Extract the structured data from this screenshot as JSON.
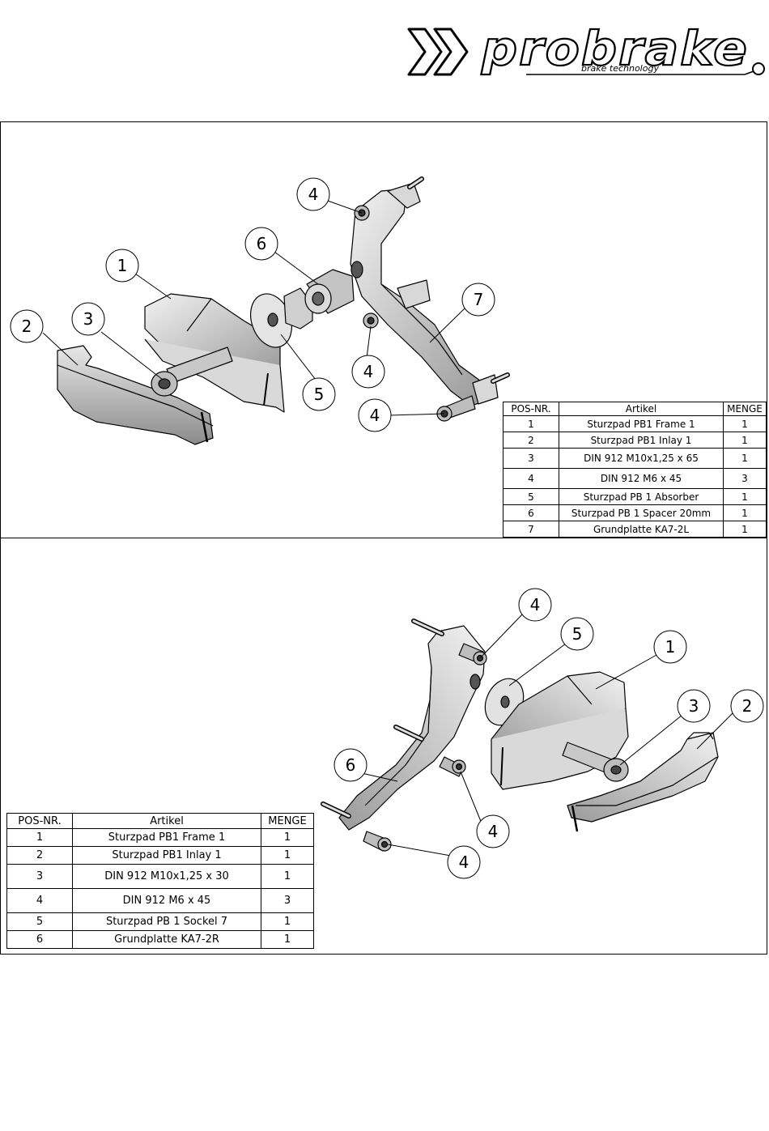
{
  "brand": {
    "name": "probrake",
    "tagline": "brake technology"
  },
  "top_drawing": {
    "balloons": [
      "4",
      "6",
      "1",
      "2",
      "3",
      "5",
      "4",
      "7",
      "4"
    ],
    "bom": {
      "headers": [
        "POS-NR.",
        "Artikel",
        "MENGE"
      ],
      "rows": [
        {
          "pos": "1",
          "artikel": "Sturzpad PB1 Frame 1",
          "menge": "1"
        },
        {
          "pos": "2",
          "artikel": "Sturzpad PB1 Inlay 1",
          "menge": "1"
        },
        {
          "pos": "3",
          "artikel": "DIN 912 M10x1,25 x 65",
          "menge": "1"
        },
        {
          "pos": "4",
          "artikel": "DIN 912 M6 x 45",
          "menge": "3"
        },
        {
          "pos": "5",
          "artikel": "Sturzpad PB 1 Absorber",
          "menge": "1"
        },
        {
          "pos": "6",
          "artikel": "Sturzpad PB 1 Spacer 20mm",
          "menge": "1"
        },
        {
          "pos": "7",
          "artikel": "Grundplatte KA7-2L",
          "menge": "1"
        }
      ]
    }
  },
  "bottom_drawing": {
    "balloons": [
      "4",
      "5",
      "1",
      "3",
      "2",
      "6",
      "4",
      "4"
    ],
    "bom": {
      "headers": [
        "POS-NR.",
        "Artikel",
        "MENGE"
      ],
      "rows": [
        {
          "pos": "1",
          "artikel": "Sturzpad PB1 Frame 1",
          "menge": "1"
        },
        {
          "pos": "2",
          "artikel": "Sturzpad PB1 Inlay 1",
          "menge": "1"
        },
        {
          "pos": "3",
          "artikel": "DIN 912 M10x1,25 x 30",
          "menge": "1"
        },
        {
          "pos": "4",
          "artikel": "DIN 912 M6 x 45",
          "menge": "3"
        },
        {
          "pos": "5",
          "artikel": "Sturzpad PB 1 Sockel 7",
          "menge": "1"
        },
        {
          "pos": "6",
          "artikel": "Grundplatte KA7-2R",
          "menge": "1"
        }
      ]
    }
  }
}
